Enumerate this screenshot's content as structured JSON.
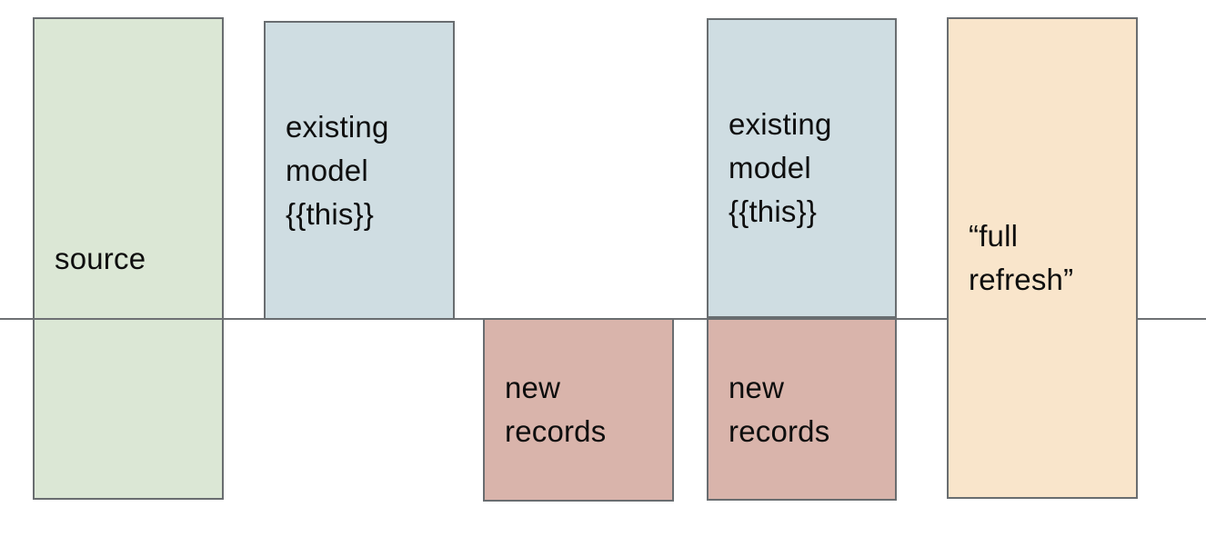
{
  "diagram": {
    "background_color": "#ffffff",
    "divider": {
      "color": "#6e7174"
    },
    "border_color": "#696d70",
    "text_color": "#0e0e0e",
    "boxes": [
      {
        "id": "source",
        "label": "source",
        "fill": "#dbe7d5"
      },
      {
        "id": "existing-model-left",
        "label": "existing\nmodel\n{{this}}",
        "fill": "#cfdde2"
      },
      {
        "id": "new-records-left",
        "label": "new\nrecords",
        "fill": "#d9b4ab"
      },
      {
        "id": "existing-model-right",
        "label": "existing\nmodel\n{{this}}",
        "fill": "#cfdde2"
      },
      {
        "id": "new-records-right",
        "label": "new\nrecords",
        "fill": "#d9b4ab"
      },
      {
        "id": "full-refresh",
        "label": "“full\nrefresh”",
        "fill": "#f9e5cb"
      }
    ]
  }
}
